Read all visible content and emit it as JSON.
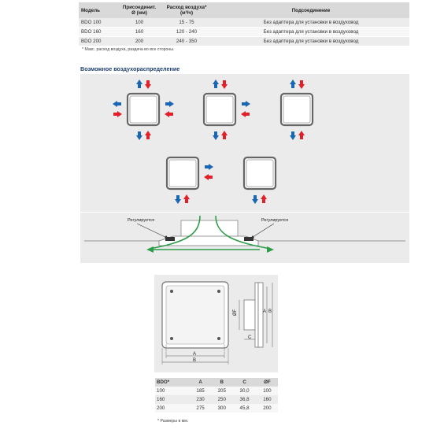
{
  "spec_table": {
    "headers": [
      "Модель",
      "Присоединит. Ø (мм)",
      "Расход воздуха* (м³/ч)",
      "Подсоединение"
    ],
    "rows": [
      [
        "BDO 100",
        "100",
        "15 - 75",
        "Без адаптера для установки в воздуховод"
      ],
      [
        "BDO 160",
        "160",
        "120 - 240",
        "Без адаптера для установки в воздуховод"
      ],
      [
        "BDO 200",
        "200",
        "240 - 350",
        "Без адаптера для установки в воздуховод"
      ]
    ],
    "note": "* Макс. расход воздуха, раздача во все стороны."
  },
  "distribution": {
    "heading": "Возможное воздухораспределение"
  },
  "section_panel": {
    "left_label": "Регулируется",
    "right_label": "Регулируется"
  },
  "drawing": {
    "labels": {
      "a_bottom": "A",
      "b_bottom": "B",
      "a_side": "A",
      "b_side": "B",
      "c": "C",
      "of": "ØF"
    }
  },
  "dims_table": {
    "headers": [
      "BDO*",
      "A",
      "B",
      "C",
      "ØF"
    ],
    "rows": [
      [
        "100",
        "185",
        "205",
        "30,0",
        "100"
      ],
      [
        "160",
        "230",
        "250",
        "36,8",
        "160"
      ],
      [
        "200",
        "275",
        "300",
        "45,8",
        "200"
      ]
    ],
    "note": "* Размеры в мм."
  },
  "colors": {
    "supply_arrow": "#e3202a",
    "exhaust_arrow": "#1a66b3",
    "flow": "#2e9d4a",
    "panel_bg": "#ebebeb"
  }
}
